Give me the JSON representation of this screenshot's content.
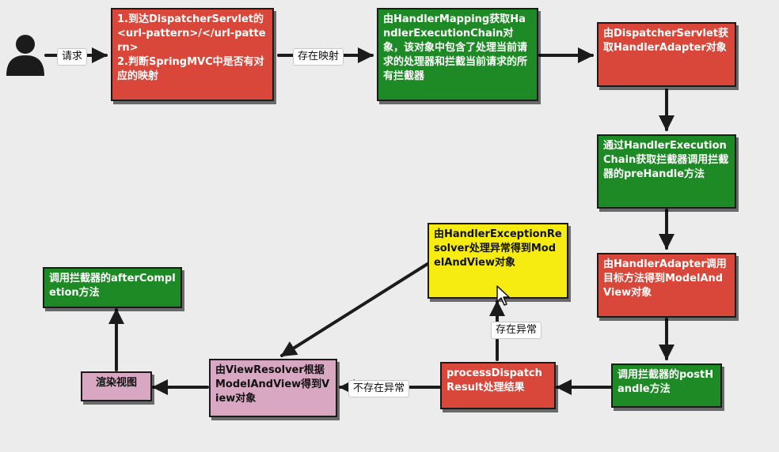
{
  "nodes": {
    "dispatcher_servlet": "1.到达DispatcherServlet的<url-pattern>/</url-pattern>\n2.判断SpringMVC中是否有对应的映射",
    "handler_mapping": "由HandlerMapping获取HandlerExecutionChain对象，该对象中包含了处理当前请求的处理器和拦截当前请求的所有拦截器",
    "handler_adapter": "由DispatcherServlet获取HandlerAdapter对象",
    "pre_handle": "通过HandlerExecutionChain获取拦截器调用拦截器的preHandle方法",
    "invoke_target": "由HandlerAdapter调用目标方法得到ModelAndView对象",
    "post_handle": "调用拦截器的postHandle方法",
    "process_dispatch": "processDispatchResult处理结果",
    "exception_resolver": "由HandlerExceptionResolver处理异常得到ModelAndView对象",
    "view_resolver": "由ViewResolver根据ModelAndView得到View对象",
    "render_view": "渲染视图",
    "after_completion": "调用拦截器的afterCompletion方法"
  },
  "labels": {
    "request": "请求",
    "mapping_exists": "存在映射",
    "exception_exists": "存在异常",
    "no_exception": "不存在异常"
  },
  "colors": {
    "red": "#d9473a",
    "green": "#1e8a26",
    "yellow": "#f6ec12",
    "pink": "#d8a8c2",
    "arrow": "#1b1b1b"
  },
  "icons": {
    "user": "user-icon",
    "cursor": "mouse-cursor-icon"
  }
}
